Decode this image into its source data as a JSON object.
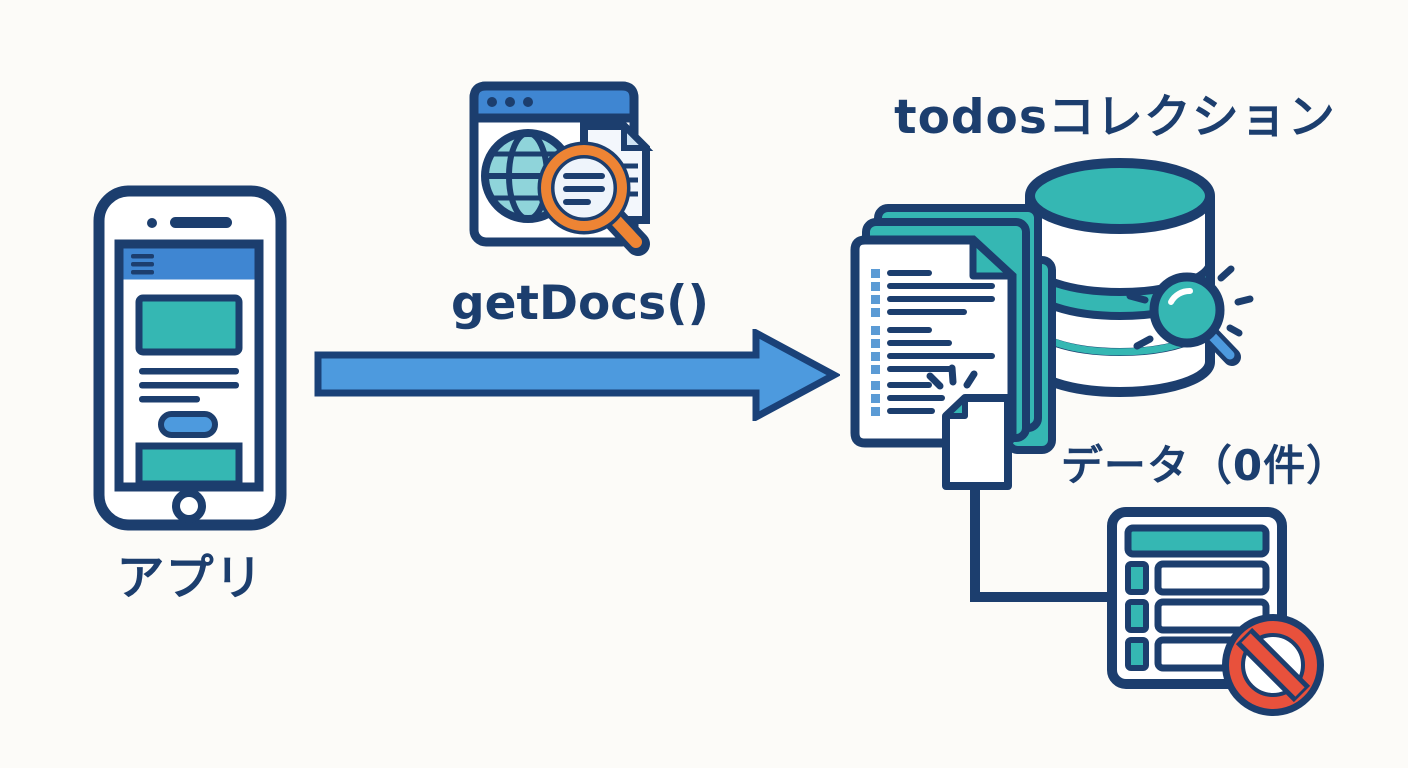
{
  "diagram_title": "getDocs() empty result flow",
  "background_color": "#fcfbf8",
  "colors": {
    "navy_outline": "#1c3e6e",
    "blue": "#3f86d2",
    "blue_light": "#4d9ade",
    "teal": "#35b7b3",
    "teal_light": "#8fd4da",
    "orange": "#ee8434",
    "red": "#e8513c",
    "bullet_blue": "#5b9bd5",
    "lens_fill": "#eef4fb"
  },
  "nodes": {
    "app": {
      "label": "アプリ",
      "icon": "smartphone-icon"
    },
    "request": {
      "label": "getDocs()",
      "icon": "web-search-icon",
      "arrow_direction": "right"
    },
    "collection": {
      "label": "todosコレクション",
      "icons": [
        "document-stack-icon",
        "database-icon",
        "search-magnifier-icon",
        "empty-document-icon"
      ]
    },
    "result": {
      "label": "データ（0件）",
      "icons": [
        "todo-list-icon",
        "prohibition-icon"
      ]
    }
  }
}
